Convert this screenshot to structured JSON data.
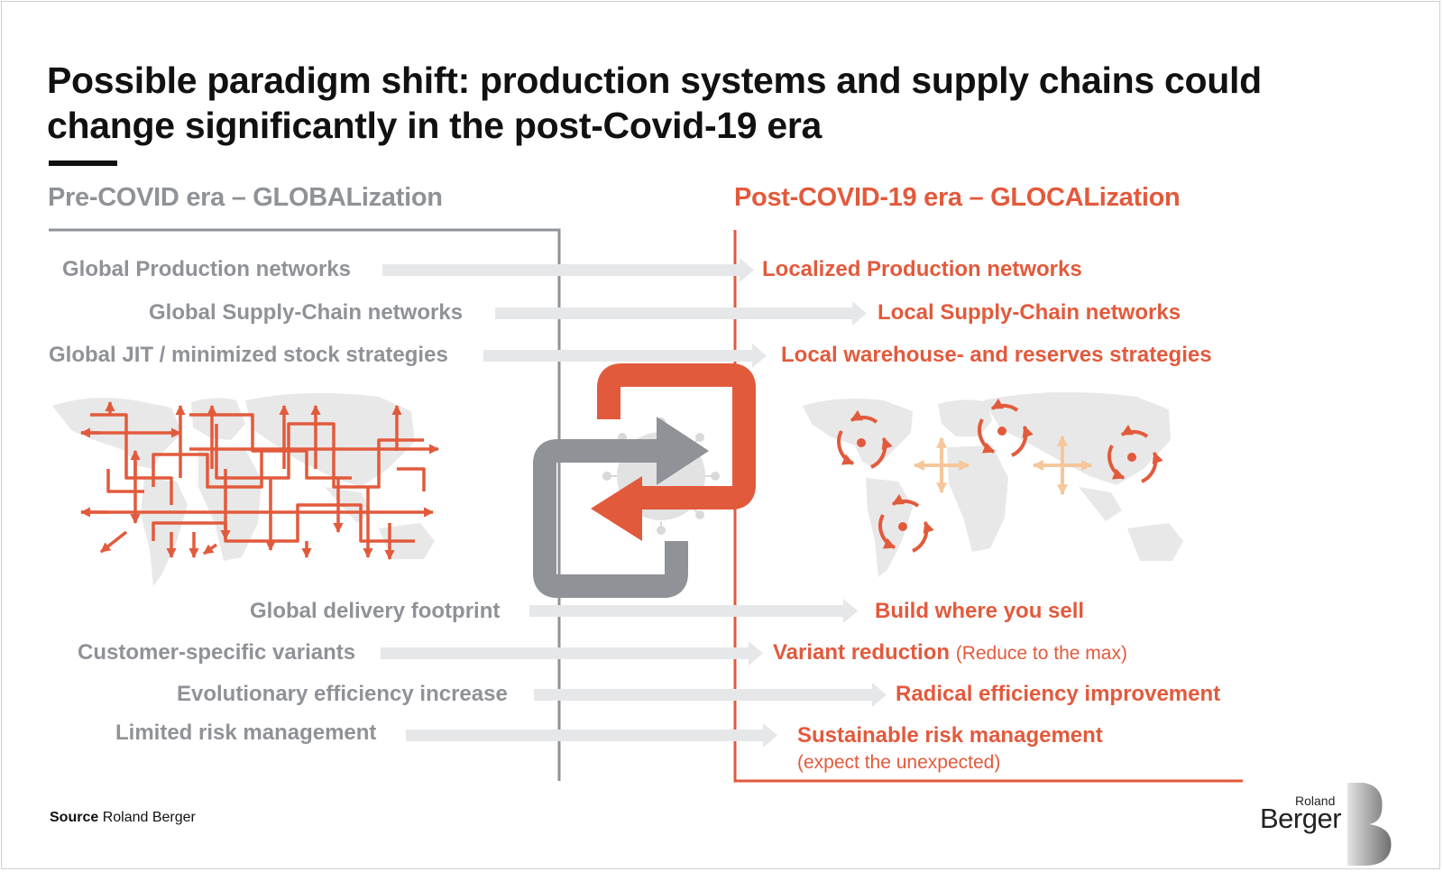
{
  "title": "Possible paradigm shift: production systems and supply chains could change significantly in the post-Covid-19 era",
  "left_era": "Pre-COVID era – GLOBALization",
  "right_era": "Post-COVID-19 era – GLOCALization",
  "shifts_top": [
    {
      "from": "Global Production networks",
      "to": "Localized Production networks"
    },
    {
      "from": "Global Supply-Chain networks",
      "to": "Local Supply-Chain networks"
    },
    {
      "from": "Global JIT / minimized stock strategies",
      "to": "Local warehouse- and reserves strategies"
    }
  ],
  "shifts_bottom": [
    {
      "from": "Global delivery footprint",
      "to": "Build where you sell",
      "note": ""
    },
    {
      "from": "Customer-specific variants",
      "to": "Variant reduction",
      "note": "(Reduce to the max)"
    },
    {
      "from": "Evolutionary efficiency increase",
      "to": "Radical efficiency improvement",
      "note": ""
    },
    {
      "from": "Limited risk management",
      "to": "Sustainable risk management",
      "note": "(expect the unexpected)"
    }
  ],
  "source_label": "Source",
  "source_value": "Roland Berger",
  "logo": {
    "small": "Roland",
    "large": "Berger"
  },
  "colors": {
    "accent": "#e25a3c",
    "grey": "#8f9297",
    "light_grey": "#e6e7e9",
    "map": "#e8e8e8",
    "soft_orange": "#f6c79a"
  },
  "icons": [
    "world-map",
    "virus-icon",
    "exchange-arrows-icon",
    "circular-arrows-icon",
    "four-way-arrow-icon"
  ]
}
